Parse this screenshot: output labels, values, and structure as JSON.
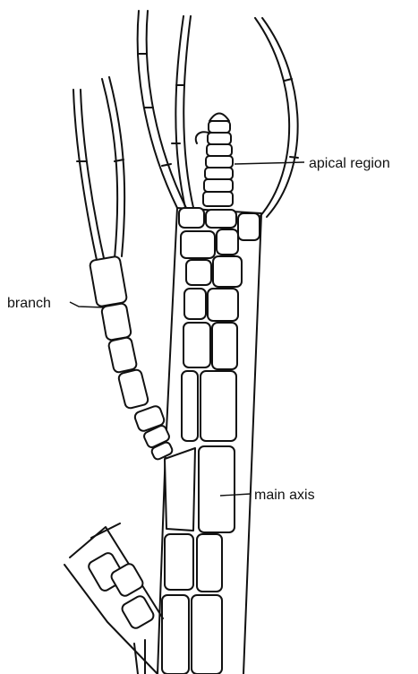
{
  "labels": {
    "apical": "apical region",
    "branch": "branch",
    "main_axis": "main axis"
  }
}
